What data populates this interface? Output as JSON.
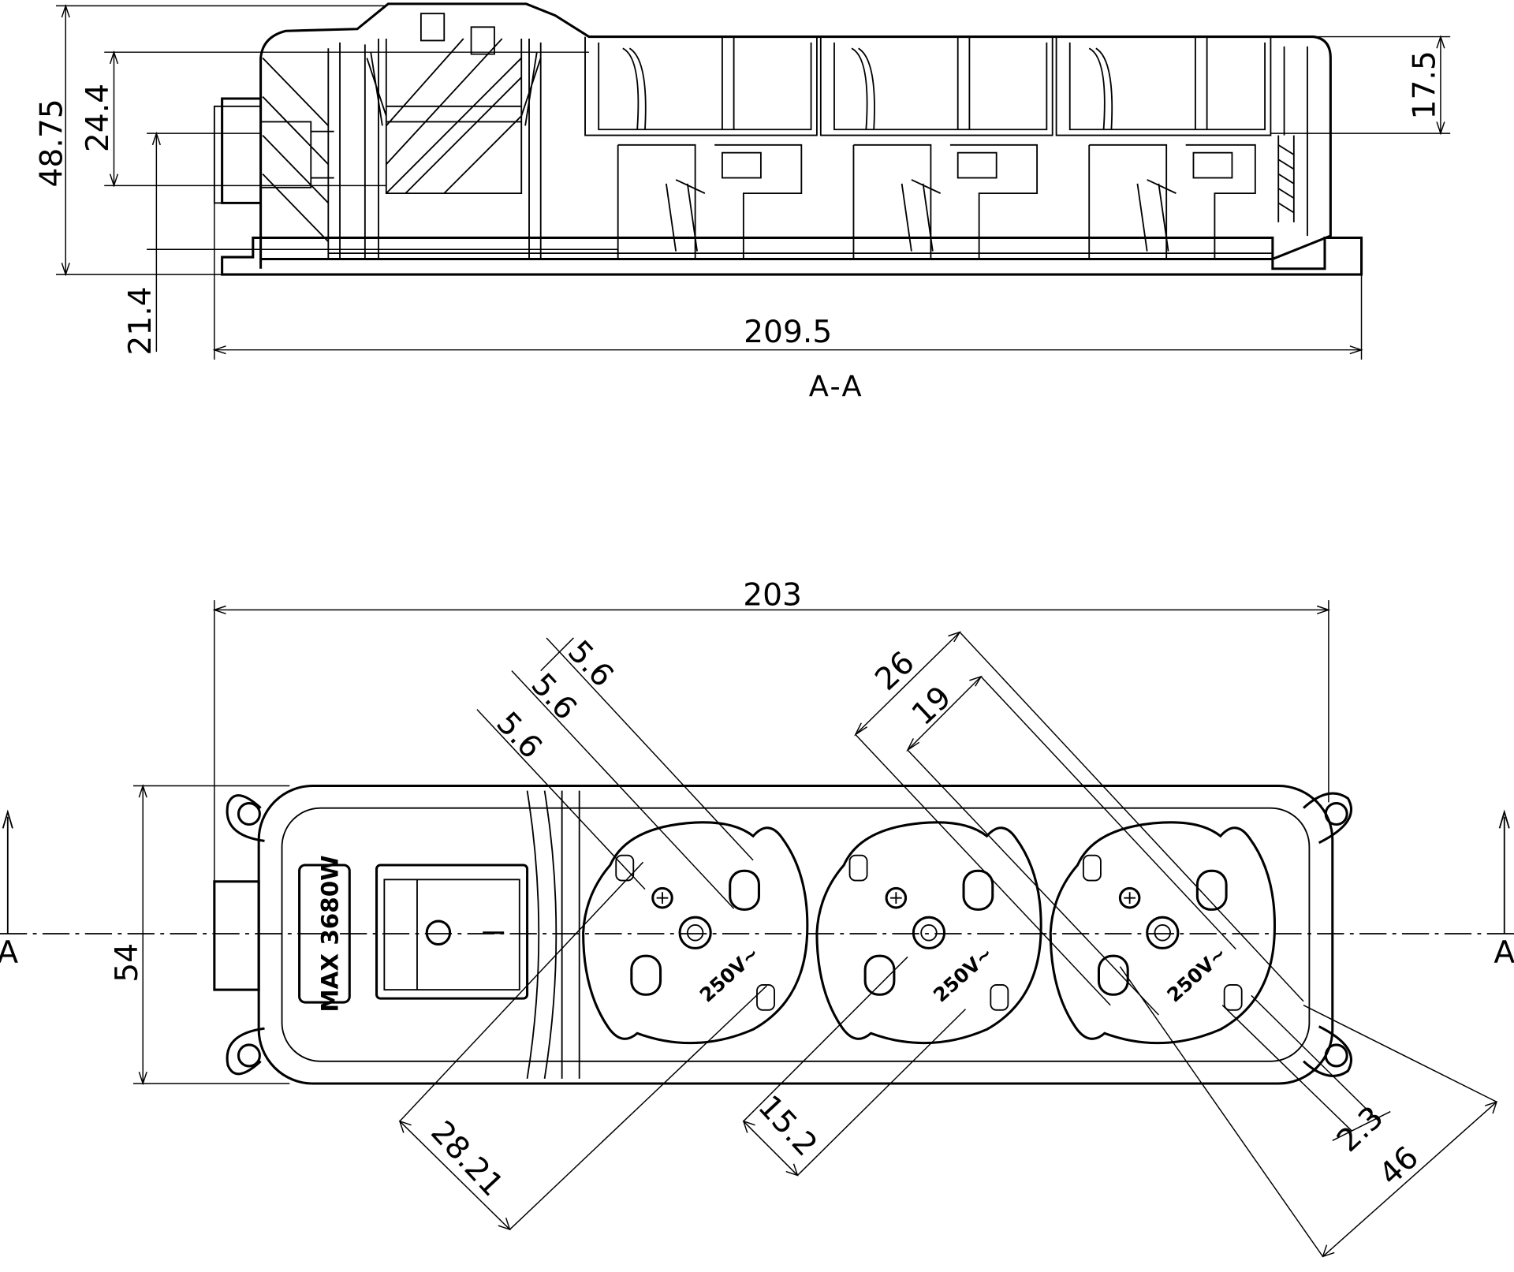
{
  "section_view": {
    "caption": "A-A",
    "dimensions": {
      "height_total": "48.75",
      "height_inner": "24.4",
      "height_base": "21.4",
      "length": "209.5",
      "socket_depth": "17.5"
    }
  },
  "plan_view": {
    "switch_label": "MAX 3680W",
    "section_marker_left": "A",
    "section_marker_right": "A",
    "sockets": [
      {
        "rating": "250V~"
      },
      {
        "rating": "250V~"
      },
      {
        "rating": "250V~"
      }
    ],
    "dimensions": {
      "length": "203",
      "width": "54",
      "pin_offset_1": "5.6",
      "pin_offset_2": "5.6",
      "pin_offset_3": "5.6",
      "socket_outer": "26",
      "pin_spacing": "19",
      "edge_offset": "28.21",
      "pin_to_pin": "15.2",
      "earth_offset": "2.3",
      "socket_span": "46"
    }
  }
}
